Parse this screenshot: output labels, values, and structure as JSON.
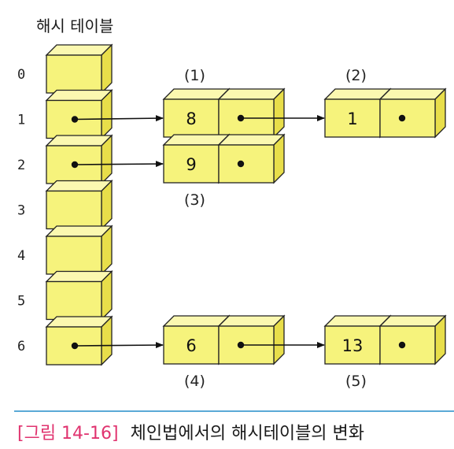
{
  "title": "해시 테이블",
  "table": {
    "slots": [
      {
        "index": "0",
        "has_pointer": false
      },
      {
        "index": "1",
        "has_pointer": true
      },
      {
        "index": "2",
        "has_pointer": true
      },
      {
        "index": "3",
        "has_pointer": false
      },
      {
        "index": "4",
        "has_pointer": false
      },
      {
        "index": "5",
        "has_pointer": false
      },
      {
        "index": "6",
        "has_pointer": true
      }
    ]
  },
  "nodes": [
    {
      "id": "n1",
      "label": "(1)",
      "value": "8",
      "label_pos": "above"
    },
    {
      "id": "n2",
      "label": "(2)",
      "value": "1",
      "label_pos": "above"
    },
    {
      "id": "n3",
      "label": "(3)",
      "value": "9",
      "label_pos": "below"
    },
    {
      "id": "n4",
      "label": "(4)",
      "value": "6",
      "label_pos": "below"
    },
    {
      "id": "n5",
      "label": "(5)",
      "value": "13",
      "label_pos": "below"
    }
  ],
  "links": [
    {
      "from": "slot-1",
      "to": "n1"
    },
    {
      "from": "n1",
      "to": "n2"
    },
    {
      "from": "slot-2",
      "to": "n3"
    },
    {
      "from": "slot-6",
      "to": "n4"
    },
    {
      "from": "n4",
      "to": "n5"
    }
  ],
  "caption": {
    "label": "[그림 14-16]",
    "text": "체인법에서의 해시테이블의 변화"
  },
  "colors": {
    "box_front": "#f6f37c",
    "box_top": "#fbf8b0",
    "box_side": "#e8de4a",
    "caption_label": "#e0336f",
    "caption_rule": "#5aa9d6"
  }
}
